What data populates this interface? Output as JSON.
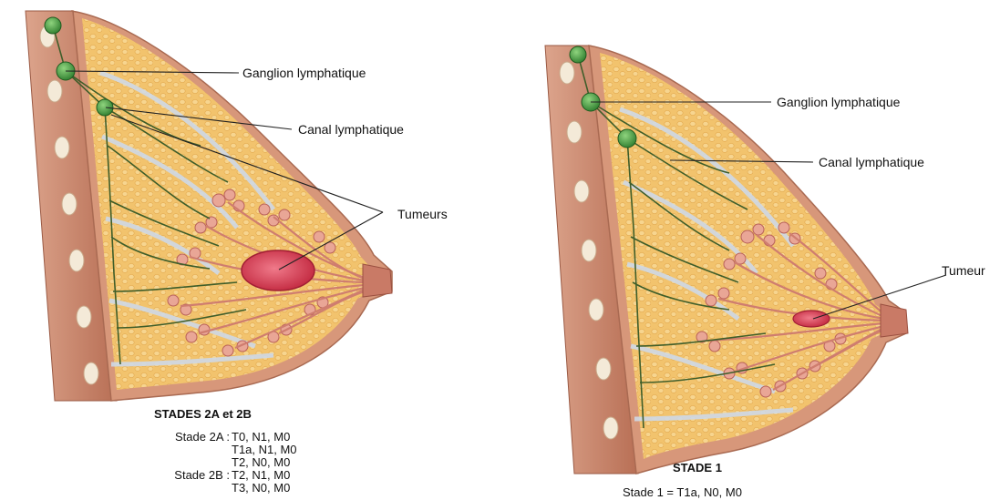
{
  "left_figure": {
    "labels": {
      "lymph_node": "Ganglion lymphatique",
      "lymph_duct": "Canal lymphatique",
      "tumors": "Tumeurs"
    },
    "heading": "STADES 2A et 2B",
    "stages": [
      {
        "key": "Stade 2A :",
        "value": "T0, N1, M0"
      },
      {
        "key": "",
        "value": "T1a, N1, M0"
      },
      {
        "key": "",
        "value": "T2, N0, M0"
      },
      {
        "key": "Stade 2B :",
        "value": "T2, N1, M0"
      },
      {
        "key": "",
        "value": "T3, N0, M0"
      }
    ]
  },
  "right_figure": {
    "labels": {
      "lymph_node": "Ganglion lymphatique",
      "lymph_duct": "Canal lymphatique",
      "tumor": "Tumeur"
    },
    "heading": "STADE 1",
    "stage": "Stade 1 = T1a, N0, M0"
  },
  "colors": {
    "skin": "#c98a6a",
    "fat": "#f3c46a",
    "gland": "#e6a393",
    "tumor": "#d9364f",
    "node": "#3c9a3c",
    "duct": "#3f5e2a",
    "leader_line": "#222222"
  }
}
